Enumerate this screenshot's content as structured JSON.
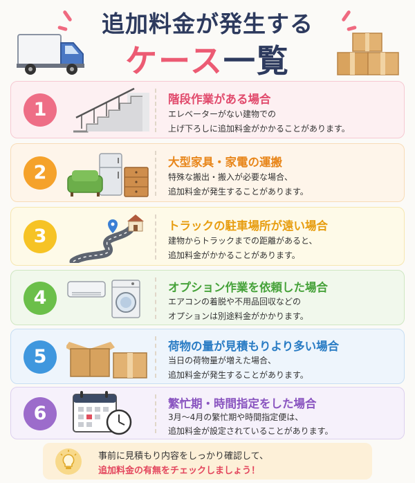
{
  "header": {
    "title_line1": "追加料金が発生する",
    "title_line2_pink": "ケース",
    "title_line2_navy": "一覧"
  },
  "cases": [
    {
      "number": "1",
      "title": "階段作業がある場合",
      "desc1": "エレベーターがない建物での",
      "desc2": "上げ下ろしに追加料金がかかることがあります。",
      "color": "#ee6e86",
      "title_color": "#e14a6c",
      "bg": "#fdf0f2",
      "border": "#f6c9d2",
      "icon": "stairs-icon"
    },
    {
      "number": "2",
      "title": "大型家具・家電の運搬",
      "desc1": "特殊な搬出・搬入が必要な場合、",
      "desc2": "追加料金が発生することがあります。",
      "color": "#f5a22b",
      "title_color": "#e8861a",
      "bg": "#fef5ea",
      "border": "#f8dcb7",
      "icon": "furniture-icon"
    },
    {
      "number": "3",
      "title": "トラックの駐車場所が遠い場合",
      "desc1": "建物からトラックまでの距離があると、",
      "desc2": "追加料金がかかることがあります。",
      "color": "#f6c325",
      "title_color": "#e79d10",
      "bg": "#fefae8",
      "border": "#f6e7b0",
      "icon": "road-icon"
    },
    {
      "number": "4",
      "title": "オプション作業を依頼した場合",
      "desc1": "エアコンの着脱や不用品回収などの",
      "desc2": "オプションは別途料金がかかります。",
      "color": "#6bbf4a",
      "title_color": "#46a23a",
      "bg": "#f1f8ec",
      "border": "#cfe7c2",
      "icon": "appliance-icon"
    },
    {
      "number": "5",
      "title": "荷物の量が見積もりより多い場合",
      "desc1": "当日の荷物量が増えた場合、",
      "desc2": "追加料金が発生することがあります。",
      "color": "#3f97de",
      "title_color": "#2a7cc4",
      "bg": "#eef5fc",
      "border": "#c7def3",
      "icon": "box-icon"
    },
    {
      "number": "6",
      "title": "繁忙期・時間指定をした場合",
      "desc1": "3月～4月の繁忙期や時間指定便は、",
      "desc2": "追加料金が設定されていることがあります。",
      "color": "#9c6ccb",
      "title_color": "#8a55c0",
      "bg": "#f6f1fb",
      "border": "#ddd0ef",
      "icon": "calendar-clock-icon"
    }
  ],
  "tip": {
    "line1": "事前に見積もり内容をしっかり確認して、",
    "line2": "追加料金の有無をチェックしましょう！",
    "icon": "lightbulb-icon"
  }
}
